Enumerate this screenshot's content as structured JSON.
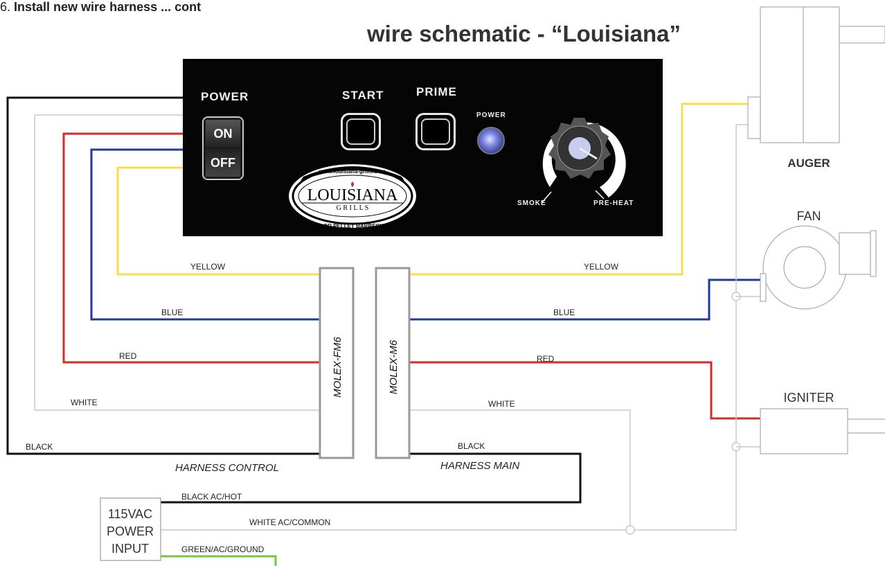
{
  "header": {
    "step_number": "6.",
    "step_text": "Install new wire harness  ... cont",
    "title": "wire schematic - “Louisiana”"
  },
  "panel": {
    "power_label": "POWER",
    "switch_on": "ON",
    "switch_off": "OFF",
    "start_label": "START",
    "prime_label": "PRIME",
    "led_label": "POWER",
    "dial_min": "SMOKE",
    "dial_max": "PRE-HEAT",
    "logo": {
      "url": "www.louisiana-grills.com",
      "brand": "LOUISIANA",
      "sub": "G R I L L S",
      "tagline": "WOOD PELLET BARBECUES"
    }
  },
  "wires_left": {
    "yellow": "YELLOW",
    "blue": "BLUE",
    "red": "RED",
    "white": "WHITE",
    "black": "BLACK"
  },
  "wires_right": {
    "yellow": "YELLOW",
    "blue": "BLUE",
    "red": "RED",
    "white": "WHITE",
    "black": "BLACK"
  },
  "connectors": {
    "female": "MOLEX-FM6",
    "male": "MOLEX-M6"
  },
  "harness": {
    "control": "HARNESS CONTROL",
    "main": "HARNESS MAIN"
  },
  "power_input": {
    "line1": "115VAC",
    "line2": "POWER",
    "line3": "INPUT",
    "hot": "BLACK AC/HOT",
    "common": "WHITE AC/COMMON",
    "ground": "GREEN/AC/GROUND"
  },
  "components": {
    "auger": "AUGER",
    "fan": "FAN",
    "igniter": "IGNITER"
  },
  "colors": {
    "yellow": "#f7dc4e",
    "blue": "#1f3a93",
    "red": "#d62a2a",
    "white": "#c8c8c8",
    "black": "#111111",
    "green": "#7cc242"
  }
}
